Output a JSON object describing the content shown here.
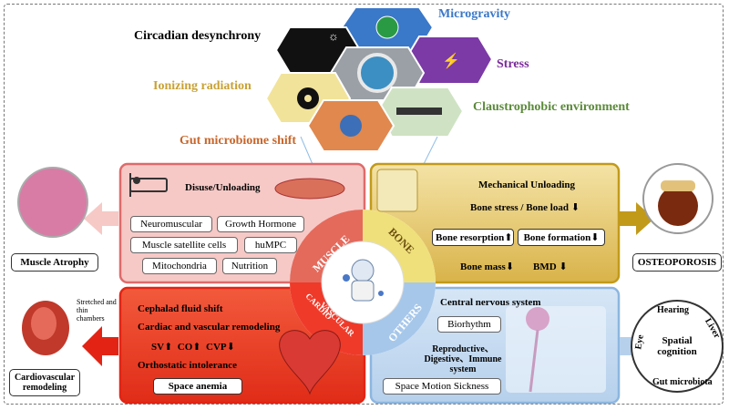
{
  "stressors": {
    "circadian": "Circadian desynchrony",
    "microgravity": "Microgravity",
    "stress": "Stress",
    "ionizing": "Ionizing radiation",
    "claustro": "Claustrophobic environment",
    "gut": "Gut microbiome shift"
  },
  "muscle": {
    "header": "Disuse/Unloading",
    "items": [
      "Neuromuscular",
      "Growth Hormone",
      "Muscle satellite cells",
      "huMPC",
      "Mitochondria",
      "Nutrition"
    ],
    "ring_label": "MUSCLE",
    "outcome": "Muscle Atrophy"
  },
  "bone": {
    "header": "Mechanical Unloading",
    "stress_line": "Bone stress / Bone load",
    "resorption": "Bone resorption",
    "formation": "Bone formation",
    "mass": "Bone mass",
    "bmd": "BMD",
    "ring_label": "BONE",
    "outcome": "OSTEOPOROSIS"
  },
  "cardio": {
    "line1": "Cephalad fluid shift",
    "line2": "Cardiac and vascular remodeling",
    "sv": "SV",
    "co": "CO",
    "cvp": "CVP",
    "line4": "Orthostatic intolerance",
    "anemia": "Space anemia",
    "ring_label_1": "CARDIO",
    "ring_label_2": "VASCULAR",
    "note": "Stretched and thin chambers",
    "outcome": "Cardiovascular remodeling"
  },
  "others": {
    "header": "Central nervous system",
    "biorhythm": "Biorhythm",
    "systems": "Reproductive、Digestive、Immune system",
    "sickness": "Space Motion Sickness",
    "ring_label": "OTHERS",
    "outcome_center": "Spatial cognition",
    "eye": "Eye",
    "hearing": "Hearing",
    "liver": "Liver",
    "gut": "Gut microbiota"
  },
  "colors": {
    "muscle": "#f6c9c6",
    "muscle_border": "#e06a6a",
    "bone": "#ecd48a",
    "bone_border": "#c29a1a",
    "cardio": "#f0402a",
    "cardio_border": "#e32414",
    "others": "#c8ddf2",
    "others_border": "#8cb6e0",
    "circadian": "#000000",
    "microgravity": "#3a78c9",
    "stress": "#7a2a9a",
    "ionizing": "#c9a235",
    "claustro": "#5b8a3a",
    "gut": "#c8662a"
  }
}
